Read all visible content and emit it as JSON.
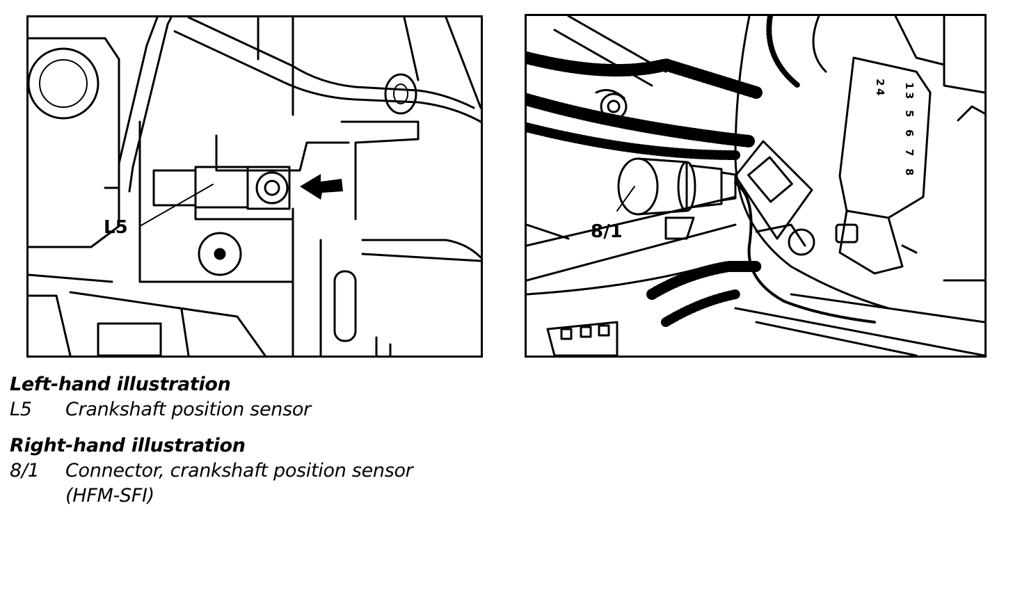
{
  "figures": {
    "left": {
      "callout": "L5"
    },
    "right": {
      "callout": "8/1",
      "connector_pins_col1": [
        "1",
        "3",
        "5",
        "6",
        "7",
        "8"
      ],
      "connector_pins_col2": [
        "2",
        "4"
      ]
    }
  },
  "legend": {
    "left_heading": "Left-hand illustration",
    "left_items": [
      {
        "code": "L5",
        "text": "Crankshaft position sensor"
      }
    ],
    "right_heading": "Right-hand illustration",
    "right_items": [
      {
        "code": "8/1",
        "text": "Connector, crankshaft position sensor",
        "text2": "(HFM-SFI)"
      }
    ]
  }
}
